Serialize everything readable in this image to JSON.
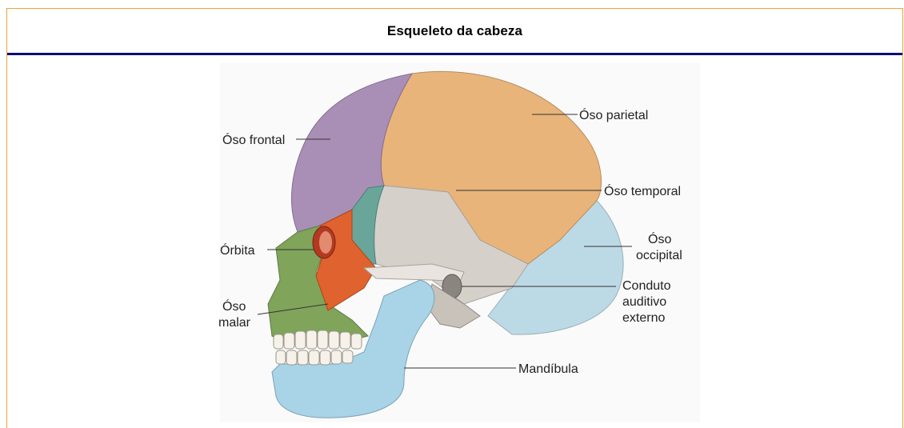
{
  "title": "Esqueleto da cabeza",
  "labels": {
    "frontal": "Óso frontal",
    "parietal": "Óso parietal",
    "temporal": "Óso temporal",
    "occipital_1": "Óso",
    "occipital_2": "occipital",
    "orbita": "Órbita",
    "conduto_1": "Conduto",
    "conduto_2": "auditivo",
    "conduto_3": "externo",
    "malar_1": "Óso",
    "malar_2": "malar",
    "mandibula": "Mandíbula"
  },
  "colors": {
    "frame_border": "#e8a33d",
    "title_rule": "#101070",
    "frontal": "#a98fb6",
    "parietal": "#e8b47a",
    "temporal": "#d6d0cb",
    "occipital": "#bcd9e6",
    "mandible": "#a9d3e6",
    "orbit": "#d26a3a",
    "malar": "#e0622e",
    "green": "#7fa45a",
    "teal": "#6aa59a"
  }
}
